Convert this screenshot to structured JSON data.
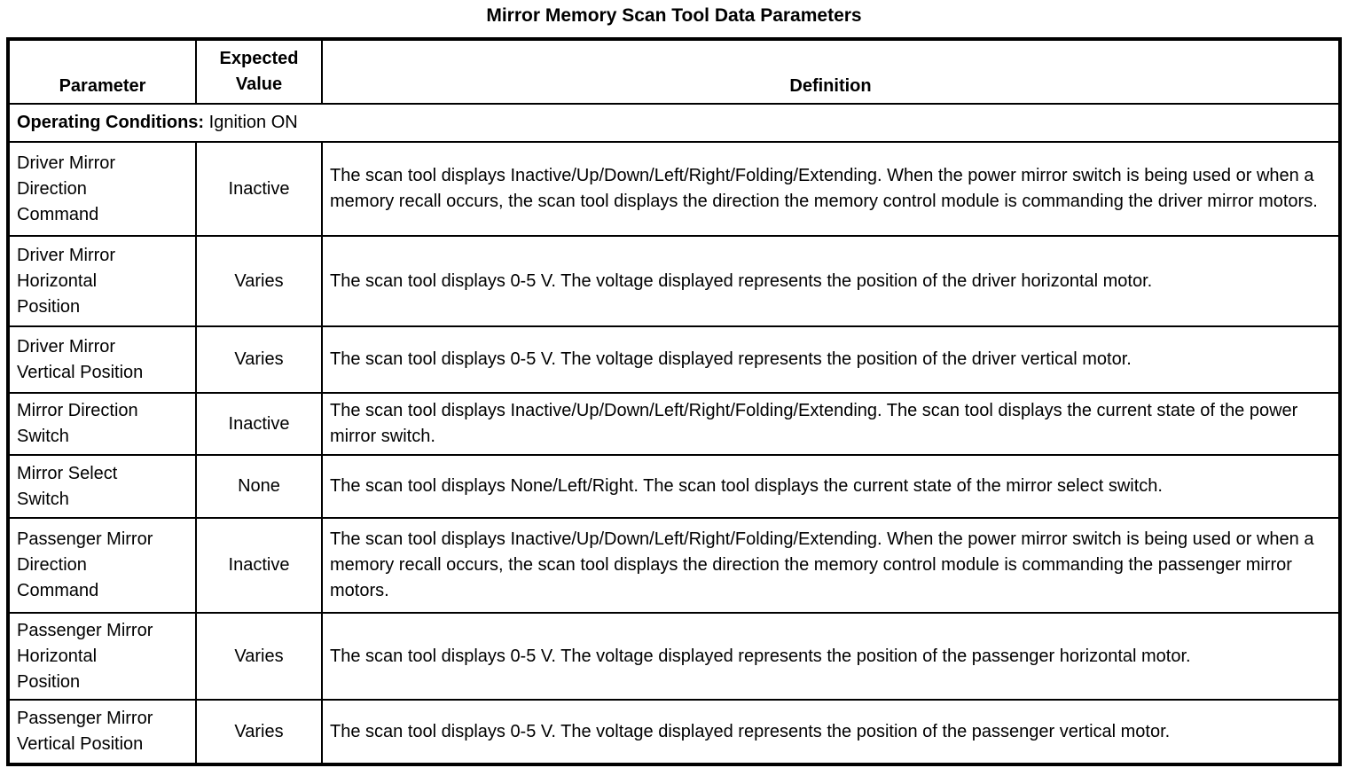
{
  "title": "Mirror Memory Scan Tool Data Parameters",
  "table": {
    "headers": {
      "parameter": "Parameter",
      "expected_value": "Expected Value",
      "definition": "Definition"
    },
    "operating_conditions": {
      "label": "Operating Conditions:",
      "value": " Ignition ON"
    },
    "rows": [
      {
        "parameter": "Driver Mirror\nDirection\nCommand",
        "expected_value": "Inactive",
        "definition": "The scan tool displays Inactive/Up/Down/Left/Right/Folding/Extending. When the power mirror switch is being used or when a memory recall occurs, the scan tool displays the direction the memory control module is commanding the driver mirror motors."
      },
      {
        "parameter": "Driver Mirror\nHorizontal\nPosition",
        "expected_value": "Varies",
        "definition": "The scan tool displays 0-5 V. The voltage displayed represents the position of the driver horizontal motor."
      },
      {
        "parameter": "Driver Mirror\nVertical Position",
        "expected_value": "Varies",
        "definition": "The scan tool displays 0-5 V. The voltage displayed represents the position of the driver vertical motor."
      },
      {
        "parameter": "Mirror Direction\nSwitch",
        "expected_value": "Inactive",
        "definition": "The scan tool displays Inactive/Up/Down/Left/Right/Folding/Extending. The scan tool displays the current state of the power mirror switch."
      },
      {
        "parameter": "Mirror Select\nSwitch",
        "expected_value": "None",
        "definition": "The scan tool displays None/Left/Right. The scan tool displays the current state of the mirror select switch."
      },
      {
        "parameter": "Passenger Mirror\nDirection\nCommand",
        "expected_value": "Inactive",
        "definition": "The scan tool displays Inactive/Up/Down/Left/Right/Folding/Extending. When the power mirror switch is being used or when a memory recall occurs, the scan tool displays the direction the memory control module is commanding the passenger mirror motors."
      },
      {
        "parameter": "Passenger Mirror\nHorizontal\nPosition",
        "expected_value": "Varies",
        "definition": "The scan tool displays 0-5 V. The voltage displayed represents the position of the passenger horizontal motor."
      },
      {
        "parameter": "Passenger Mirror\nVertical Position",
        "expected_value": "Varies",
        "definition": "The scan tool displays 0-5 V. The voltage displayed represents the position of the passenger vertical motor."
      }
    ]
  }
}
